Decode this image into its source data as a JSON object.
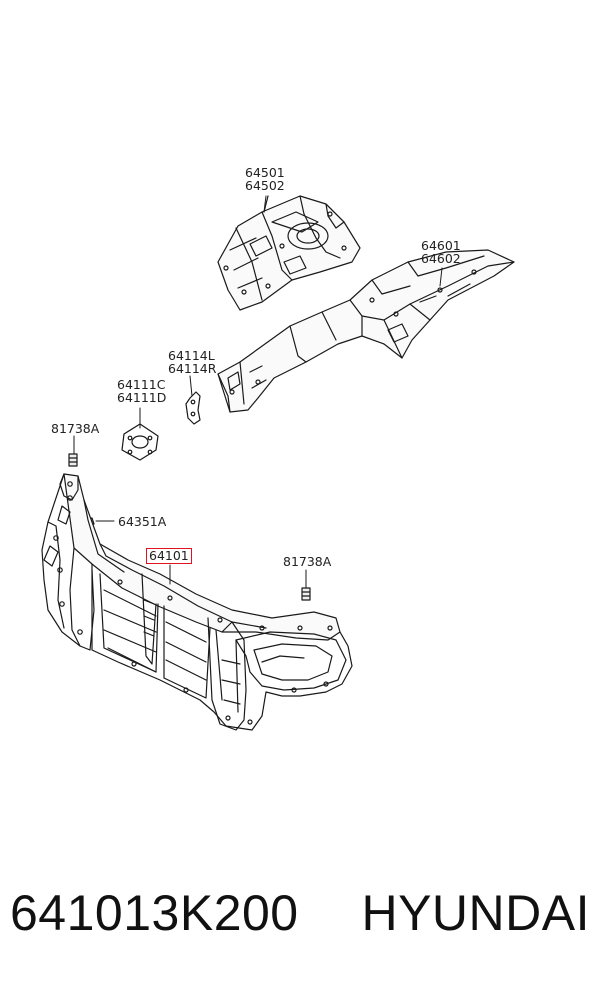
{
  "callouts": {
    "fender_apron": {
      "line1": "64501",
      "line2": "64502"
    },
    "side_member": {
      "line1": "64601",
      "line2": "64602"
    },
    "bracket": {
      "line1": "64114L",
      "line2": "64114R"
    },
    "plate": {
      "line1": "64111C",
      "line2": "64111D"
    },
    "grommet_left": {
      "line1": "81738A"
    },
    "bolt": {
      "line1": "64351A"
    },
    "carrier": {
      "line1": "64101"
    },
    "grommet_right": {
      "line1": "81738A"
    }
  },
  "caption": {
    "part_number": "641013K200",
    "brand": "HYUNDAI"
  },
  "colors": {
    "highlight": "#e0141e",
    "line": "#1a1a1a"
  }
}
